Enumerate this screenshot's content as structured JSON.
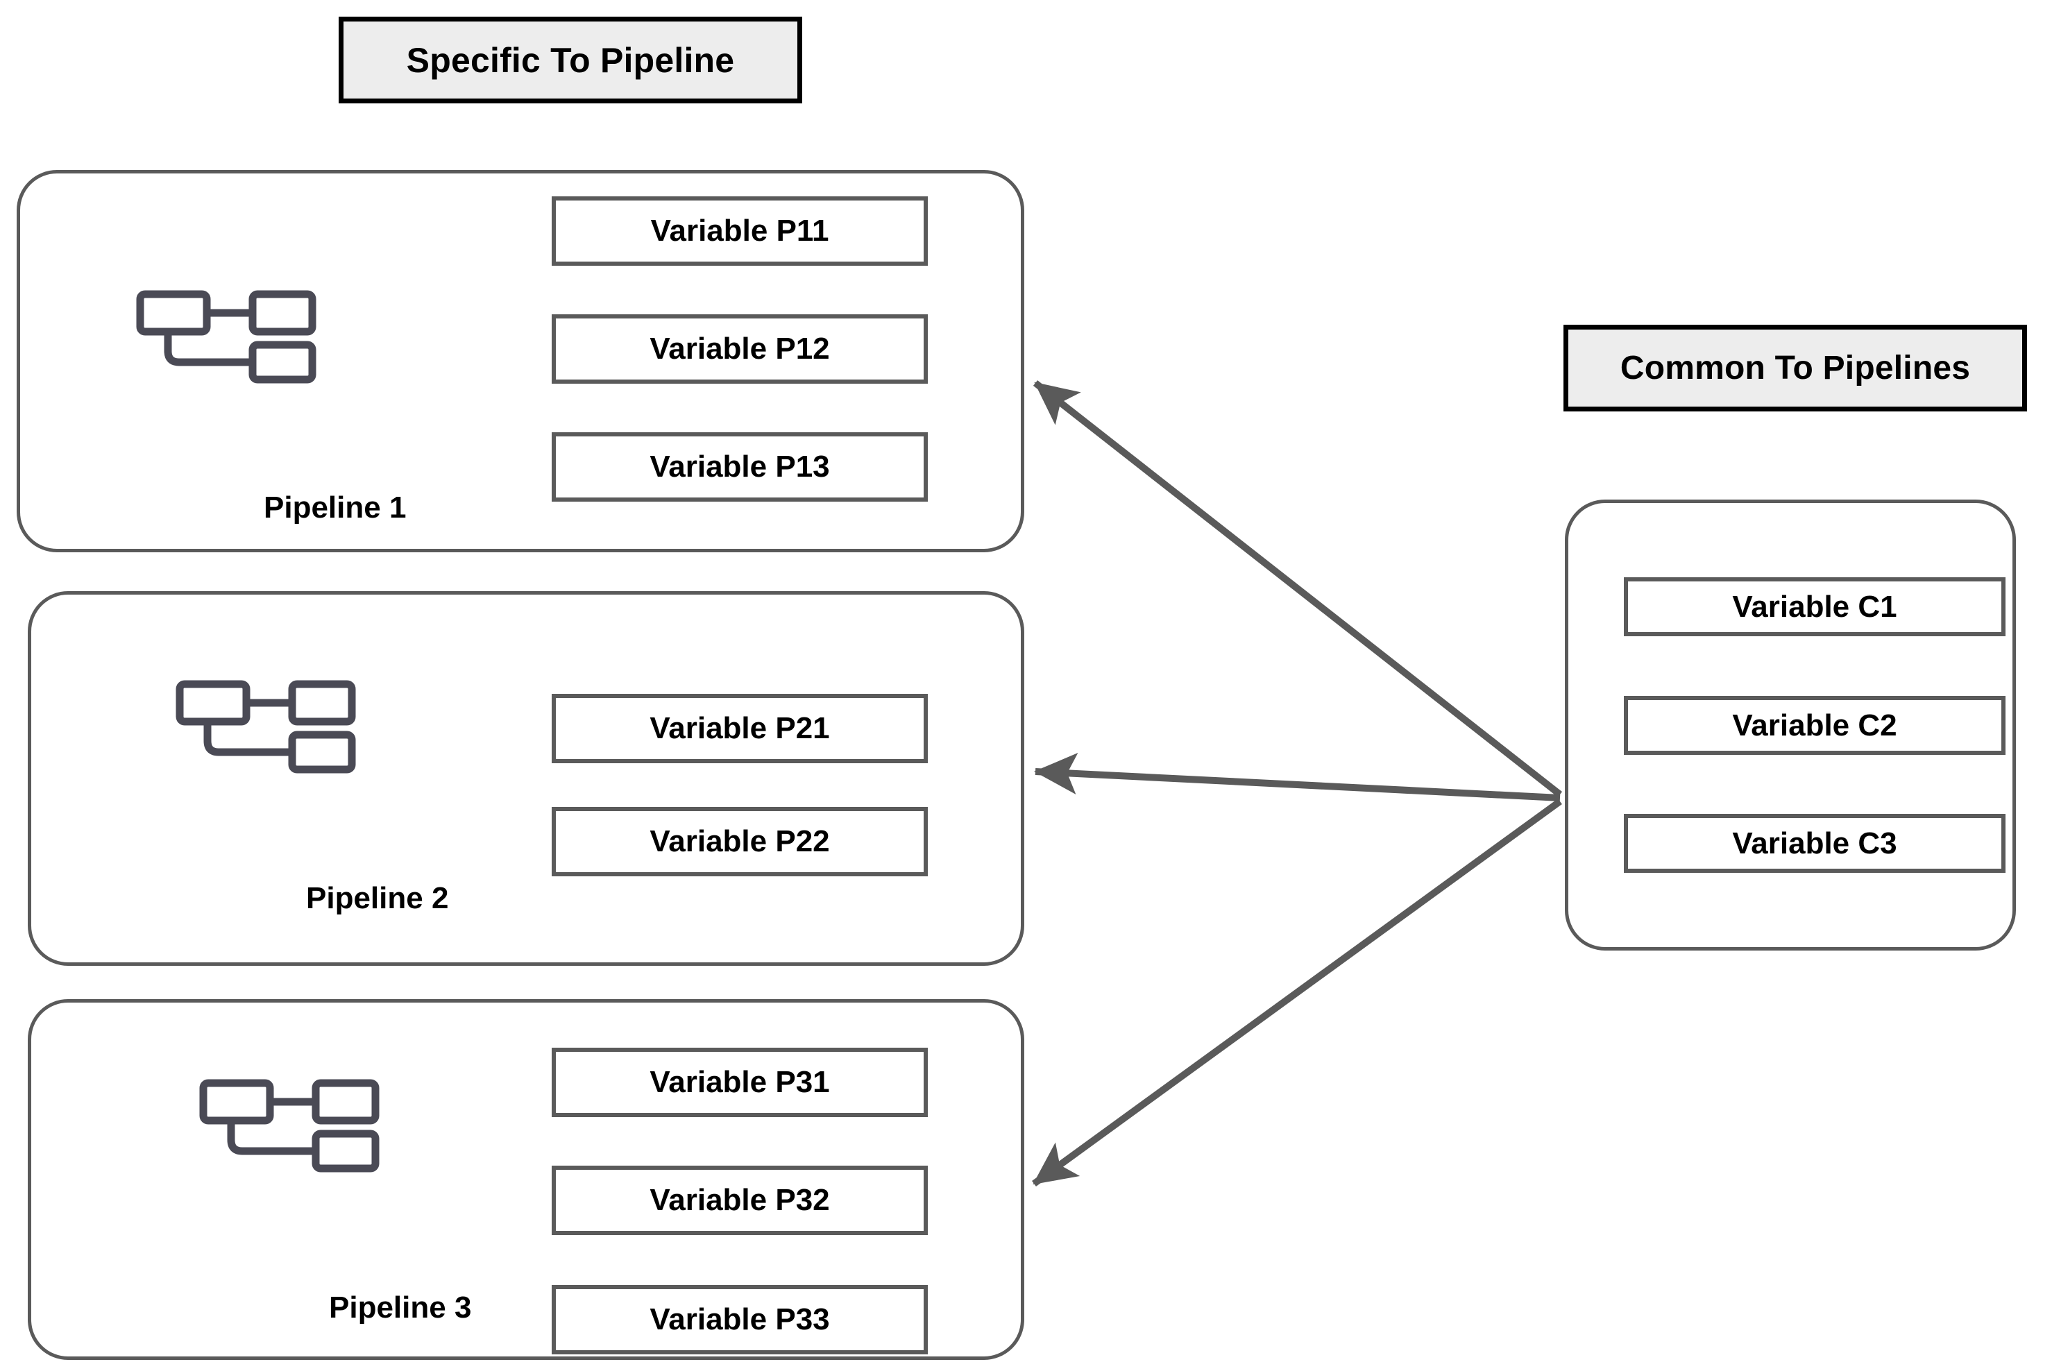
{
  "headers": {
    "specific": "Specific To Pipeline",
    "common": "Common To Pipelines"
  },
  "colors": {
    "header_border": "#000000",
    "header_fill": "#ededed",
    "group_border": "#5a5a5a",
    "chip_border": "#5a5a5a",
    "icon_stroke": "#4a4a55",
    "arrow": "#5a5a5a",
    "text": "#000000",
    "background": "#ffffff"
  },
  "pipelines": [
    {
      "caption": "Pipeline 1",
      "icon": "pipeline-flow-icon",
      "variables": [
        "Variable P11",
        "Variable P12",
        "Variable P13"
      ]
    },
    {
      "caption": "Pipeline 2",
      "icon": "pipeline-flow-icon",
      "variables": [
        "Variable P21",
        "Variable P22"
      ]
    },
    {
      "caption": "Pipeline 3",
      "icon": "pipeline-flow-icon",
      "variables": [
        "Variable P31",
        "Variable P32",
        "Variable P33"
      ]
    }
  ],
  "common": {
    "variables": [
      "Variable C1",
      "Variable C2",
      "Variable C3"
    ]
  },
  "arrows": [
    {
      "name": "arrow-common-to-pipeline-1",
      "from": "common-group",
      "to": "pipeline-group-1"
    },
    {
      "name": "arrow-common-to-pipeline-2",
      "from": "common-group",
      "to": "pipeline-group-2"
    },
    {
      "name": "arrow-common-to-pipeline-3",
      "from": "common-group",
      "to": "pipeline-group-3"
    }
  ]
}
